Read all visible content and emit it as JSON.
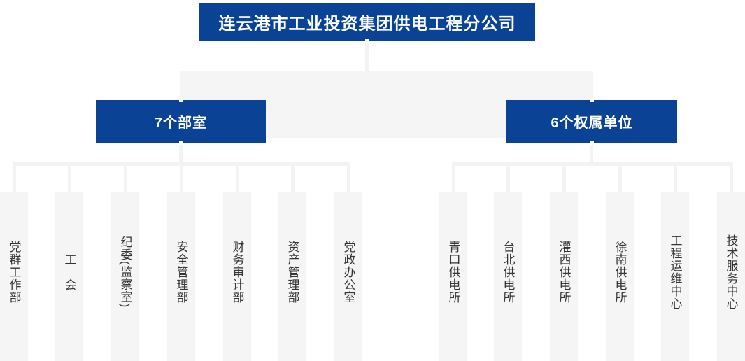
{
  "org_chart": {
    "type": "org-tree",
    "root": {
      "label": "连云港市工业投资集团供电工程分公司"
    },
    "groups": [
      {
        "label": "7个部室",
        "children": [
          "党群工作部",
          "工　会",
          "纪委(监察室)",
          "安全管理部",
          "财务审计部",
          "资产管理部",
          "党政办公室"
        ]
      },
      {
        "label": "6个权属单位",
        "children": [
          "青口供电所",
          "台北供电所",
          "灌西供电所",
          "徐南供电所",
          "工程运维中心",
          "技术服务中心"
        ]
      }
    ],
    "colors": {
      "node_blue": "#0a4396",
      "node_text": "#ffffff",
      "band_gray": "#f5f5f5",
      "line_gray": "#f3f3f3",
      "leaf_text": "#333333",
      "background": "#ffffff"
    }
  }
}
